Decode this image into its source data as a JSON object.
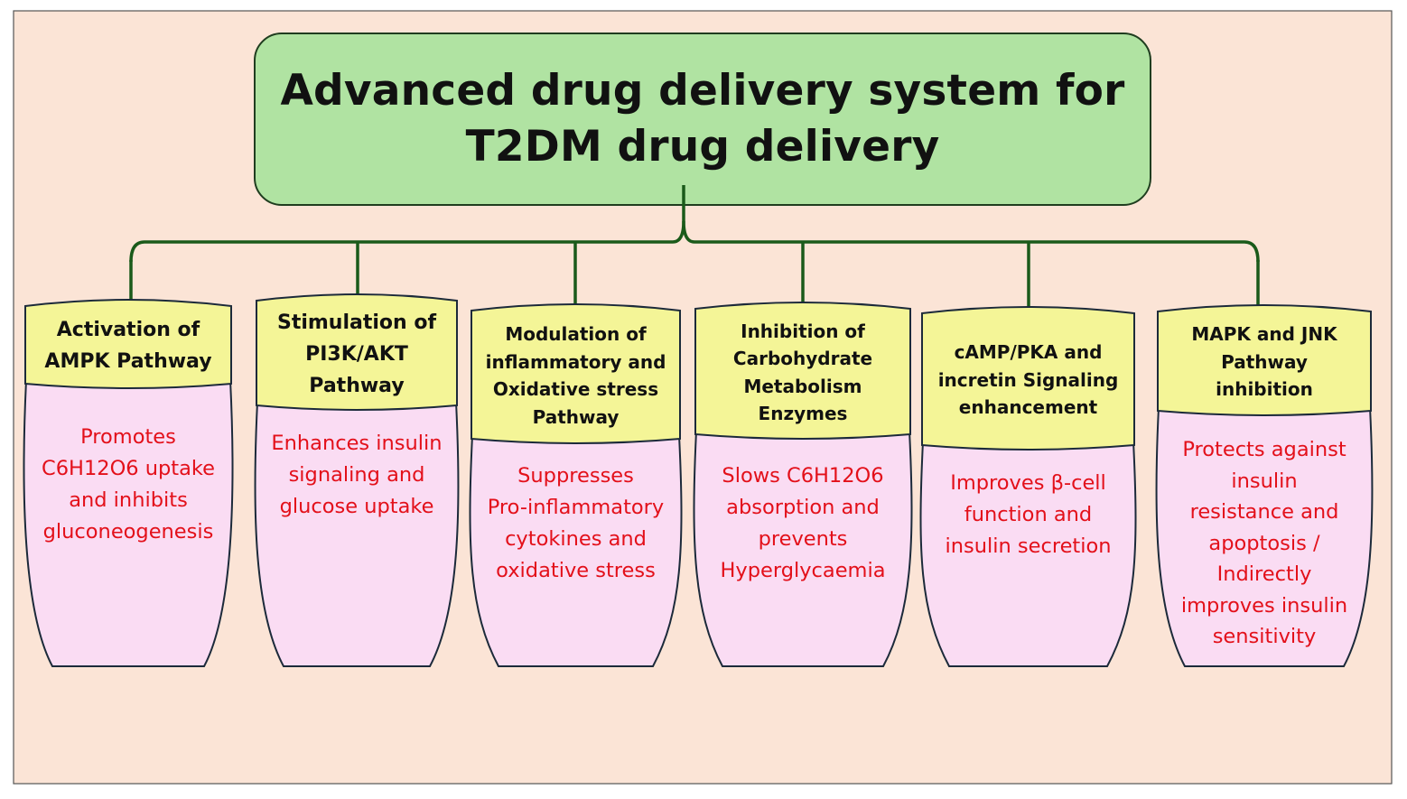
{
  "title": {
    "line1": "Advanced drug delivery system for",
    "line2": "T2DM drug delivery"
  },
  "colors": {
    "background": "#fbe4d6",
    "title_fill": "#b0e3a2",
    "header_fill": "#f4f597",
    "body_fill": "#fadcf3",
    "connector": "#1a5a1a",
    "body_text": "#e3101a"
  },
  "pathways": [
    {
      "header": [
        "Activation of",
        "AMPK Pathway"
      ],
      "body": [
        "Promotes",
        "C6H12O6 uptake",
        "and inhibits",
        "gluconeogenesis"
      ]
    },
    {
      "header": [
        "Stimulation of",
        "PI3K/AKT",
        "Pathway"
      ],
      "body": [
        "Enhances insulin",
        "signaling and",
        "glucose uptake"
      ]
    },
    {
      "header": [
        "Modulation of",
        "inflammatory and",
        "Oxidative stress",
        "Pathway"
      ],
      "body": [
        "Suppresses",
        "Pro-inflammatory",
        "cytokines and",
        "oxidative stress"
      ]
    },
    {
      "header": [
        "Inhibition of",
        "Carbohydrate",
        "Metabolism",
        "Enzymes"
      ],
      "body": [
        "Slows C6H12O6",
        "absorption and",
        "prevents",
        "Hyperglycaemia"
      ]
    },
    {
      "header": [
        "cAMP/PKA and",
        "incretin Signaling",
        "enhancement"
      ],
      "body": [
        "Improves β-cell",
        "function and",
        "insulin secretion"
      ]
    },
    {
      "header": [
        "MAPK and JNK",
        "Pathway",
        "inhibition"
      ],
      "body": [
        "Protects against",
        "insulin",
        "resistance and",
        "apoptosis /",
        "Indirectly",
        "improves insulin",
        "sensitivity"
      ]
    }
  ]
}
